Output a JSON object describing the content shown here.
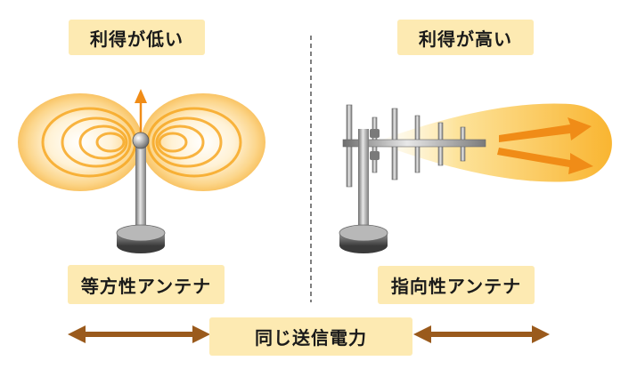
{
  "labels": {
    "low_gain": "利得が低い",
    "high_gain": "利得が高い",
    "isotropic_antenna": "等方性アンテナ",
    "directional_antenna": "指向性アンテナ",
    "same_power": "同じ送信電力"
  },
  "colors": {
    "label_bg": "#fdeab2",
    "radiation": "#f7a823",
    "arrow_brown": "#9a5a1c",
    "antenna_metal": "#8c8c8c"
  }
}
